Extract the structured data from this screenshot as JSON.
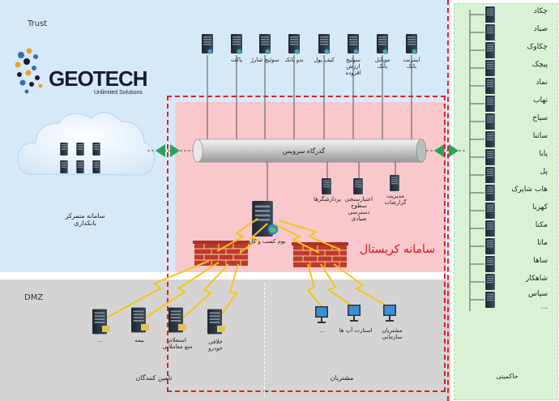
{
  "zones": {
    "trust": "Trust",
    "dmz": "DMZ"
  },
  "logo": {
    "name": "GEOTECH",
    "tagline": "Unlimited Solutions"
  },
  "cloud_label": [
    "سامانه متمرکز",
    "بانکداری"
  ],
  "bus_label": "گذرگاه سرویس",
  "crystal_title": "سامانه کریستال",
  "core_label": "بوم کسب و کار",
  "top_servers": [
    [
      "اینترنت",
      "بانک"
    ],
    [
      "موبایل",
      "بانک"
    ],
    [
      "سوئیچ",
      "ارزش افزوده"
    ],
    [
      "کیف پول",
      ""
    ],
    [
      "ندو بانک",
      ""
    ],
    [
      "سوئیچ شارژ",
      ""
    ],
    [
      "پاکت",
      ""
    ],
    [
      "",
      ""
    ]
  ],
  "internal_services": [
    [
      "مدیریت",
      "گزارشات"
    ],
    [
      "اعتبارسنجی",
      "سطوح دسترسی",
      "صیادی"
    ],
    [
      "پردازشگرها",
      ""
    ]
  ],
  "suppliers": [
    [
      "...",
      ""
    ],
    [
      "بیمه",
      ""
    ],
    [
      "استعلام",
      "منع معاملاتی"
    ],
    [
      "خلافی",
      "خودرو"
    ]
  ],
  "suppliers_label": "تامین کنندگان",
  "customers": [
    [
      "...",
      ""
    ],
    [
      "استارت آپ ها",
      ""
    ],
    [
      "مشتریان",
      "سازمانی"
    ]
  ],
  "customers_label": "مشتریان",
  "governance_items": [
    "چکاد",
    "صیاد",
    "چکاوک",
    "پیچک",
    "نماد",
    "تهاب",
    "سیاح",
    "ساتنا",
    "پایا",
    "پل",
    "هاب شاپرک",
    "کهربا",
    "مکنا",
    "ماتا",
    "ساها",
    "شاهکار",
    "سپاس",
    "..."
  ],
  "governance_label": "حاکمیتی",
  "colors": {
    "trust_bg": "#d6e9f9",
    "dmz_bg": "#d4d4d4",
    "crystal_bg": "#f9c8cc",
    "governance_bg": "#d9f2d6",
    "accent_red": "#d11111",
    "lightning": "#f5c518"
  }
}
